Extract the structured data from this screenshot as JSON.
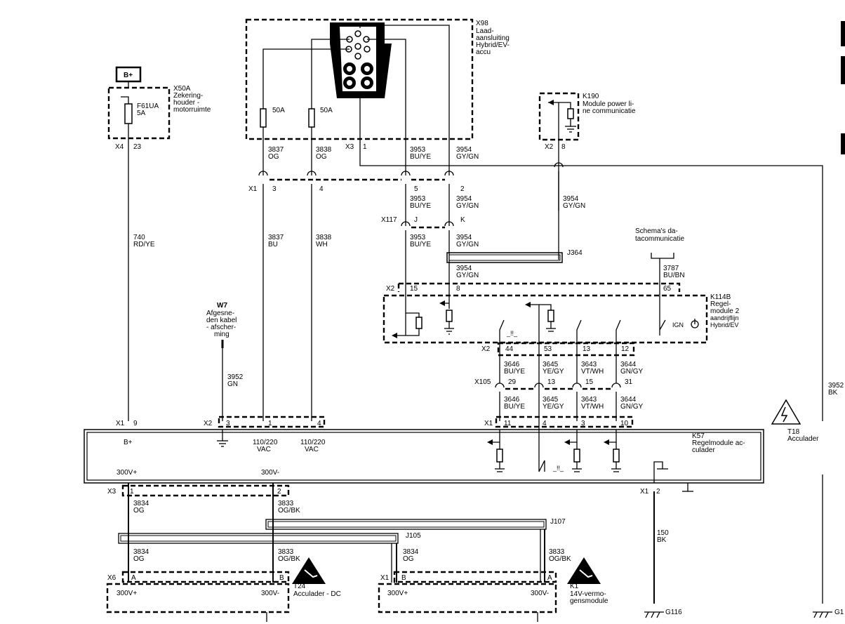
{
  "supply": {
    "bplus": "B+"
  },
  "x98": {
    "id": "X98",
    "desc": [
      "Laad-",
      "aansluiting",
      "Hybrid/EV-",
      "accu"
    ],
    "fuse_3837": "50A",
    "fuse_3838": "50A",
    "conn": "X3",
    "pin1": "1"
  },
  "x50a": {
    "id": "X50A",
    "desc": [
      "Zekering-",
      "houder -",
      "motorruimte"
    ],
    "fuse": "F61UA",
    "amp": "5A",
    "conn": "X4",
    "pin": "23"
  },
  "k190": {
    "id": "K190",
    "desc": [
      "Module power li-",
      "ne communicatie"
    ],
    "conn": "X2",
    "pin": "8"
  },
  "wires": {
    "w3837_og": [
      "3837",
      "OG"
    ],
    "w3838_og": [
      "3838",
      "OG"
    ],
    "w3953_a": [
      "3953",
      "BU/YE"
    ],
    "w3954_a": [
      "3954",
      "GY/GN"
    ],
    "w3953_b": [
      "3953",
      "BU/YE"
    ],
    "w3954_b": [
      "3954",
      "GY/GN"
    ],
    "w3954_k190": [
      "3954",
      "GY/GN"
    ],
    "w740": [
      "740",
      "RD/YE"
    ],
    "w3837_bu": [
      "3837",
      "BU"
    ],
    "w3838_wh": [
      "3838",
      "WH"
    ],
    "w3953_c": [
      "3953",
      "BU/YE"
    ],
    "w3954_c": [
      "3954",
      "GY/GN"
    ],
    "w3954_d": [
      "3954",
      "GY/GN"
    ],
    "w3787": [
      "3787",
      "BU/BN"
    ],
    "w3952_gn": [
      "3952",
      "GN"
    ],
    "w3646_a": [
      "3646",
      "BU/YE"
    ],
    "w3645_a": [
      "3645",
      "YE/GY"
    ],
    "w3643_a": [
      "3643",
      "VT/WH"
    ],
    "w3644_a": [
      "3644",
      "GN/GY"
    ],
    "w3646_b": [
      "3646",
      "BU/YE"
    ],
    "w3645_b": [
      "3645",
      "YE/GY"
    ],
    "w3643_b": [
      "3643",
      "VT/WH"
    ],
    "w3644_b": [
      "3644",
      "GN/GY"
    ],
    "w3952_bk": [
      "3952",
      "BK"
    ],
    "w3834_a": [
      "3834",
      "OG"
    ],
    "w3833_a": [
      "3833",
      "OG/BK"
    ],
    "w3834_b": [
      "3834",
      "OG"
    ],
    "w3833_b": [
      "3833",
      "OG/BK"
    ],
    "w3834_c": [
      "3834",
      "OG"
    ],
    "w3833_c": [
      "3833",
      "OG/BK"
    ],
    "w150": [
      "150",
      "BK"
    ]
  },
  "x1top": {
    "id": "X1",
    "pins": [
      "3",
      "4",
      "5",
      "2"
    ]
  },
  "x117": {
    "id": "X117",
    "pins": [
      "J",
      "K"
    ]
  },
  "j364": "J364",
  "schema": [
    "Schema's da-",
    "tacommunicatie"
  ],
  "k114b": {
    "id": "K114B",
    "desc": [
      "Regel-",
      "module 2",
      "aandrijflijn",
      "Hybrid/EV"
    ],
    "ign": "IGN",
    "x2": "X2",
    "pins_top": [
      "15",
      "8",
      "65"
    ],
    "pins_bot": [
      "44",
      "53",
      "13",
      "12"
    ]
  },
  "w7": {
    "id": "W7",
    "desc": [
      "Afgesne-",
      "den kabel",
      "- afscher-",
      "ming"
    ]
  },
  "x105": {
    "id": "X105",
    "pins": [
      "29",
      "13",
      "15",
      "31"
    ]
  },
  "k57": {
    "id": "K57",
    "desc": [
      "Regelmodule ac-",
      "culader"
    ],
    "bplus": "B+",
    "vac1": [
      "110/220",
      "VAC"
    ],
    "vac2": [
      "110/220",
      "VAC"
    ],
    "v300p": "300V+",
    "v300m": "300V-",
    "x1": "X1",
    "x1pin": "9",
    "x2": "X2",
    "x2pins": [
      "3",
      "1",
      "4"
    ],
    "x1r": "X1",
    "x1rpins": [
      "11",
      "4",
      "3",
      "10"
    ],
    "x3": "X3",
    "x3pins": [
      "1",
      "2"
    ],
    "x1b": "X1",
    "x1bpin": "2"
  },
  "t18": {
    "id": "T18",
    "desc": "Acculader"
  },
  "j107": "J107",
  "j105": "J105",
  "t24": {
    "id": "T24",
    "desc": "Acculader - DC",
    "conn": "X6",
    "pins": [
      "A",
      "B"
    ],
    "v1": "300V+",
    "v2": "300V-"
  },
  "k1": {
    "id": "K1",
    "desc": [
      "14V-vermo-",
      "gensmodule"
    ],
    "conn": "X1",
    "pins": [
      "B",
      "A"
    ],
    "v1": "300V+",
    "v2": "300V-"
  },
  "grounds": {
    "g116": "G116",
    "g1": "G1"
  }
}
